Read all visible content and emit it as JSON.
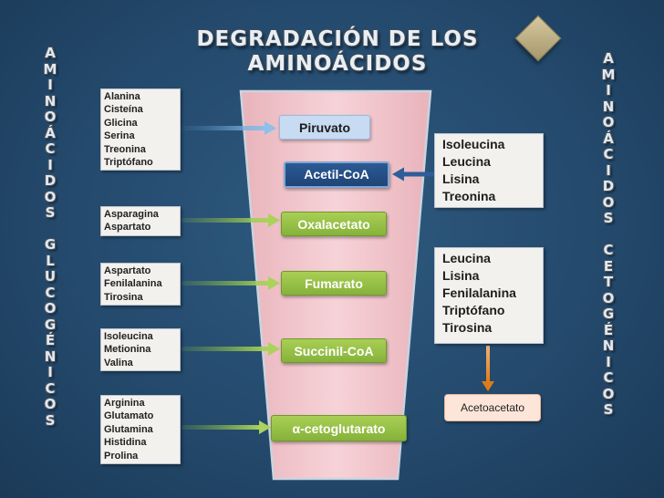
{
  "title": {
    "line1": "DEGRADACIÓN DE LOS",
    "line2": "AMINOÁCIDOS"
  },
  "side_left": {
    "word1": [
      "A",
      "M",
      "I",
      "N",
      "O",
      "Á",
      "C",
      "I",
      "D",
      "O",
      "S"
    ],
    "word2": [
      "G",
      "L",
      "U",
      "C",
      "O",
      "G",
      "É",
      "N",
      "I",
      "C",
      "O",
      "S"
    ]
  },
  "side_right": {
    "word1": [
      "A",
      "M",
      "I",
      "N",
      "O",
      "Á",
      "C",
      "I",
      "D",
      "O",
      "S"
    ],
    "word2": [
      "C",
      "E",
      "T",
      "O",
      "G",
      "É",
      "N",
      "I",
      "C",
      "O",
      "S"
    ]
  },
  "left_groups": [
    {
      "items": [
        "Alanina",
        "Cisteína",
        "Glicina",
        "Serina",
        "Treonina",
        "Triptófano"
      ]
    },
    {
      "items": [
        "Asparagina",
        "Aspartato"
      ]
    },
    {
      "items": [
        "Aspartato",
        "Fenilalanina",
        "Tirosina"
      ]
    },
    {
      "items": [
        "Isoleucina",
        "Metionina",
        "Valina"
      ]
    },
    {
      "items": [
        "Arginina",
        "Glutamato",
        "Glutamina",
        "Histidina",
        "Prolina"
      ]
    }
  ],
  "products": {
    "piruvato": "Piruvato",
    "acetil_coa": "Acetil-CoA",
    "oxalacetato": "Oxalacetato",
    "fumarato": "Fumarato",
    "succinil_coa": "Succinil-CoA",
    "alfa_cetoglutarato": "α-cetoglutarato"
  },
  "right_groups": [
    {
      "items": [
        "Isoleucina",
        "Leucina",
        "Lisina",
        "Treonina"
      ]
    },
    {
      "items": [
        "Leucina",
        "Lisina",
        "Fenilalanina",
        "Triptófano",
        "Tirosina"
      ]
    }
  ],
  "acetoacetato": "Acetoacetato",
  "colors": {
    "background": "#244a6d",
    "funnel": "#f3c7cd",
    "green_box": "#94bf45",
    "light_blue_box": "#c7dbf3",
    "dark_blue_box": "#244d82",
    "acetoacetato_box": "#fde6d9",
    "arrow_orange": "#e07c18"
  }
}
